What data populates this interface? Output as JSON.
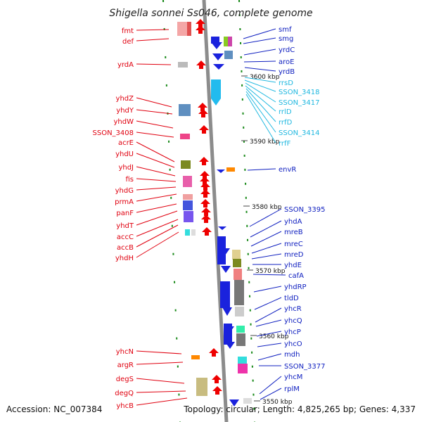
{
  "title": "Shigella sonnei Ss046, complete genome",
  "footer": {
    "accession": "Accession: NC_007384",
    "topology": "Topology: circular; Length: 4,825,265 bp; Genes: 4,337"
  },
  "colors": {
    "left_label": "#e0000f",
    "right_label": "#1020c0",
    "rna_label": "#20b8e0",
    "backbone": "#8c8c8c",
    "tick_mark": "#1a8a1a"
  },
  "scale_ticks": [
    "3600 kbp",
    "3590 kbp",
    "3580 kbp",
    "3570 kbp",
    "3560 kbp",
    "3550 kbp"
  ],
  "left_genes": [
    "fmt",
    "def",
    "yrdA",
    "yhdZ",
    "yhdY",
    "yhdW",
    "SSON_3408",
    "acrE",
    "yhdU",
    "yhdJ",
    "fis",
    "yhdG",
    "prmA",
    "panF",
    "yhdT",
    "accC",
    "accB",
    "yhdH",
    "yhcN",
    "argR",
    "degS",
    "degQ",
    "yhcB"
  ],
  "right_genes": [
    "smf",
    "smg",
    "yrdC",
    "aroE",
    "yrdB",
    "rrsD",
    "SSON_3418",
    "SSON_3417",
    "rrlD",
    "rrfD",
    "SSON_3414",
    "rrfF",
    "envR",
    "SSON_3395",
    "yhdA",
    "mreB",
    "mreC",
    "mreD",
    "yhdE",
    "cafA",
    "yhdRP",
    "tldD",
    "yhcR",
    "yhcQ",
    "yhcP",
    "yhcO",
    "mdh",
    "SSON_3377",
    "yhcM",
    "rplM"
  ]
}
